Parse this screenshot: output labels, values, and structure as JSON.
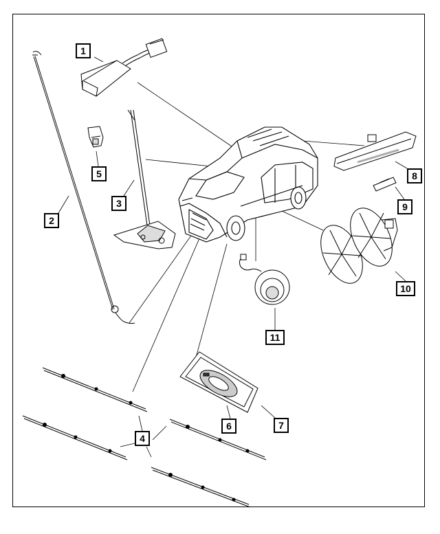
{
  "callouts": {
    "c1": "1",
    "c2": "2",
    "c3": "3",
    "c4": "4",
    "c5": "5",
    "c6": "6",
    "c7": "7",
    "c8": "8",
    "c9": "9",
    "c10": "10",
    "c11": "11"
  },
  "colors": {
    "line": "#000000",
    "fill": "#ffffff",
    "shade": "#d0d0d0"
  }
}
